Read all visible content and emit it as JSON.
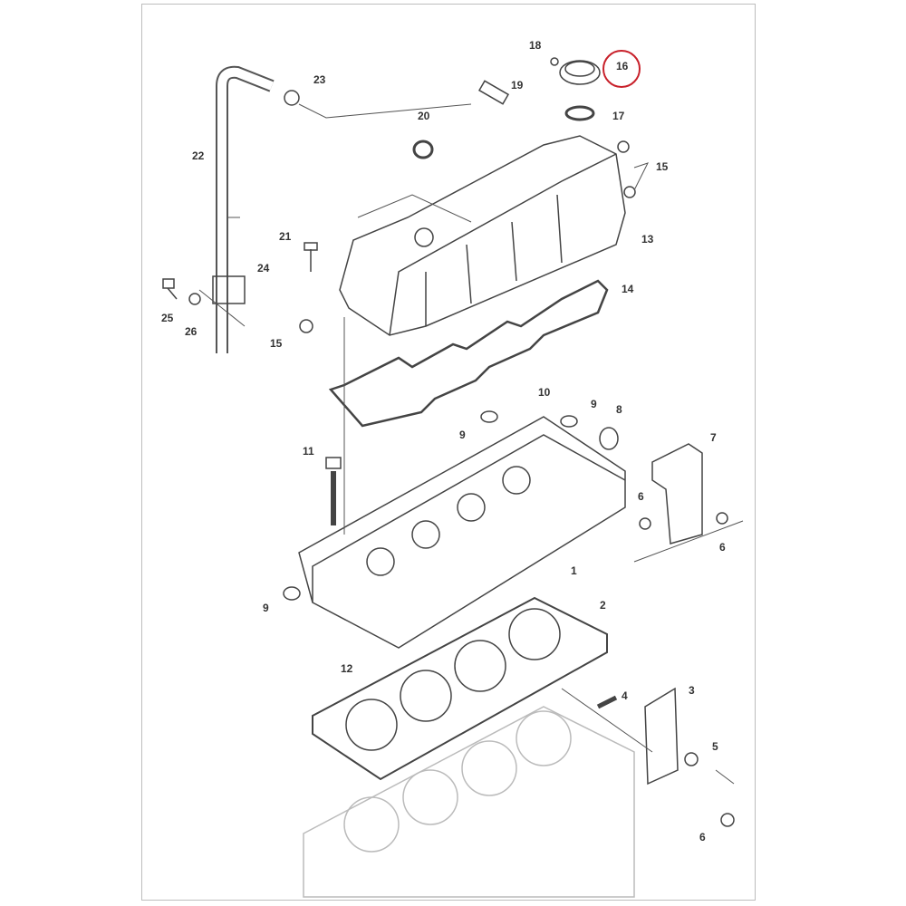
{
  "diagram": {
    "highlight_color": "#c8202a",
    "line_color": "#444444",
    "highlighted_part": "16",
    "callouts": [
      {
        "id": "c18",
        "text": "18"
      },
      {
        "id": "c16",
        "text": "16"
      },
      {
        "id": "c23",
        "text": "23"
      },
      {
        "id": "c19",
        "text": "19"
      },
      {
        "id": "c17",
        "text": "17"
      },
      {
        "id": "c20",
        "text": "20"
      },
      {
        "id": "c22",
        "text": "22"
      },
      {
        "id": "c15a",
        "text": "15"
      },
      {
        "id": "c13",
        "text": "13"
      },
      {
        "id": "c21",
        "text": "21"
      },
      {
        "id": "c24",
        "text": "24"
      },
      {
        "id": "c14",
        "text": "14"
      },
      {
        "id": "c25",
        "text": "25"
      },
      {
        "id": "c26",
        "text": "26"
      },
      {
        "id": "c15b",
        "text": "15"
      },
      {
        "id": "c10",
        "text": "10"
      },
      {
        "id": "c9a",
        "text": "9"
      },
      {
        "id": "c9b",
        "text": "9"
      },
      {
        "id": "c8",
        "text": "8"
      },
      {
        "id": "c7",
        "text": "7"
      },
      {
        "id": "c11",
        "text": "11"
      },
      {
        "id": "c6a",
        "text": "6"
      },
      {
        "id": "c6b",
        "text": "6"
      },
      {
        "id": "c1",
        "text": "1"
      },
      {
        "id": "c9c",
        "text": "9"
      },
      {
        "id": "c2",
        "text": "2"
      },
      {
        "id": "c12",
        "text": "12"
      },
      {
        "id": "c4",
        "text": "4"
      },
      {
        "id": "c3",
        "text": "3"
      },
      {
        "id": "c5",
        "text": "5"
      },
      {
        "id": "c6c",
        "text": "6"
      }
    ]
  }
}
